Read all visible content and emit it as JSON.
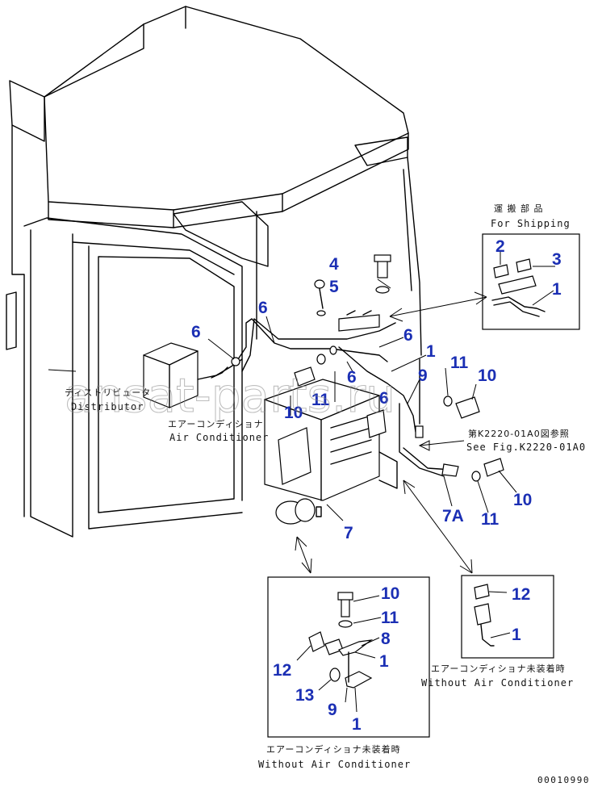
{
  "watermark": "ansat-parts.ru",
  "figure_code": "00010990",
  "callouts": {
    "c4": "4",
    "c5": "5",
    "c6a": "6",
    "c6b": "6",
    "c6c": "6",
    "c6d": "6",
    "c6e": "6",
    "c1a": "1",
    "c9a": "9",
    "c11a": "11",
    "c10a": "10",
    "c11b": "11",
    "c10b": "10",
    "c7": "7",
    "c7a": "7A",
    "c11c": "11",
    "c10c": "10",
    "ship2": "2",
    "ship3": "3",
    "ship1": "1",
    "r12": "12",
    "r1": "1",
    "b10": "10",
    "b11": "11",
    "b8": "8",
    "b1a": "1",
    "b12": "12",
    "b13": "13",
    "b9": "9",
    "b1b": "1"
  },
  "labels": {
    "shipping_jp": "運 搬 部 品",
    "shipping_en": "For Shipping",
    "distributor_jp": "ディストリビュータ",
    "distributor_en": "Distributor",
    "aircon_jp": "エアーコンディショナ",
    "aircon_en": "Air Conditioner",
    "see_fig_jp": "第K2220-01A0図参照",
    "see_fig_en": "See Fig.K2220-01A0",
    "without_ac_jp_right": "エアーコンディショナ未装着時",
    "without_ac_en_right": "Without Air Conditioner",
    "without_ac_jp_bottom": "エアーコンディショナ未装着時",
    "without_ac_en_bottom": "Without Air Conditioner"
  }
}
